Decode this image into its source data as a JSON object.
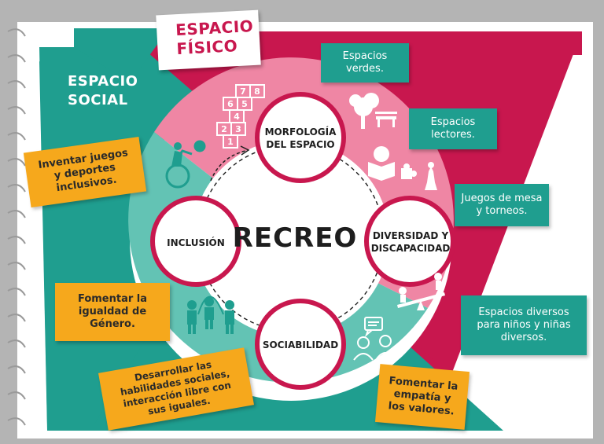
{
  "titles": {
    "espacio_fisico": "ESPACIO\nFÍSICO",
    "espacio_social": "ESPACIO\nSOCIAL"
  },
  "center": "RECREO",
  "circles": {
    "top": "MORFOLOGÍA\nDEL ESPACIO",
    "right": "DIVERSIDAD Y\nDISCAPACIDAD",
    "bottom": "SOCIABILIDAD",
    "left": "INCLUSIÓN"
  },
  "teal_notes": [
    "Espacios\nverdes.",
    "Espacios\nlectores.",
    "Juegos de mesa\ny torneos.",
    "Espacios diversos\npara niños y niñas\ndiversos."
  ],
  "orange_notes": [
    "Inventar juegos\ny deportes\ninclusivos.",
    "Fomentar la\nigualdad de\nGénero.",
    "Desarrollar las\nhabilidades sociales,\ninteracción libre con\nsus iguales.",
    "Fomentar la\nempatía y\nlos valores."
  ],
  "hopscotch_numbers": [
    "7",
    "8",
    "6",
    "5",
    "4",
    "2",
    "3",
    "1"
  ],
  "colors": {
    "crimson": "#c8174e",
    "teal": "#1f9e8f",
    "pink": "#ef86a4",
    "light_teal": "#63c3b4",
    "orange": "#f6a81c",
    "background": "#b4b4b4"
  },
  "icons": [
    "hopscotch-icon",
    "tree-bench-icon",
    "reading-child-icon",
    "chess-puzzle-icon",
    "seesaw-icon",
    "wheelchair-athlete-icon",
    "jump-rope-children-icon",
    "conversation-people-icon",
    "curved-arrow-icon"
  ]
}
